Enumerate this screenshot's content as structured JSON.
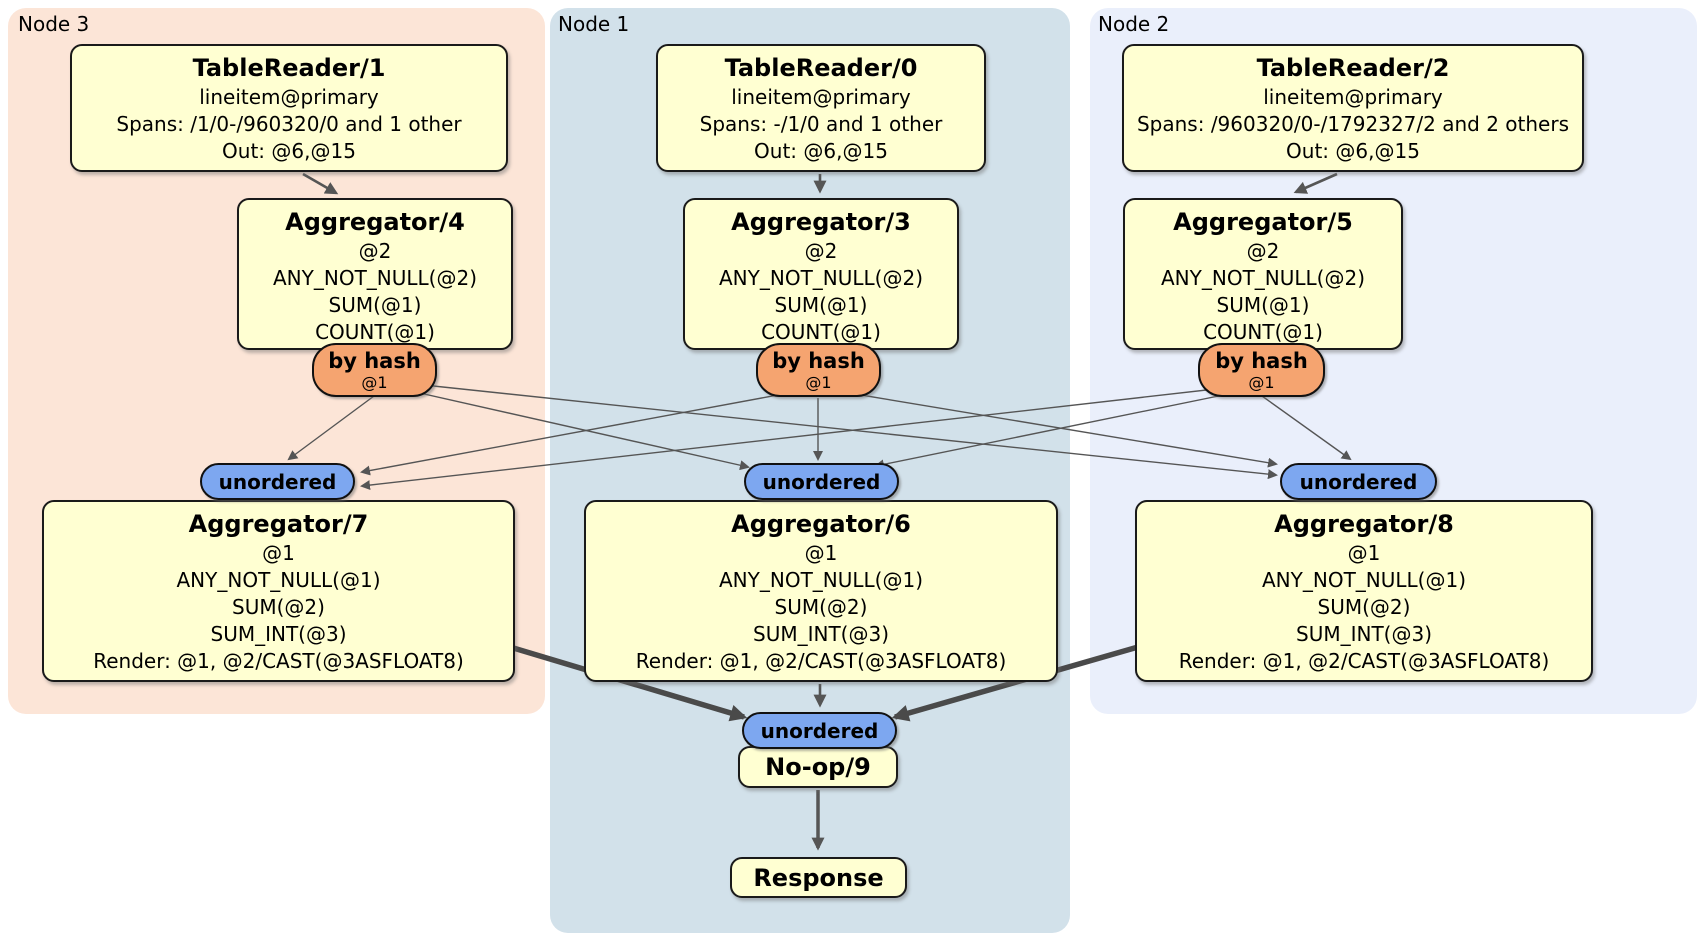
{
  "regions": [
    {
      "id": "node3",
      "label": "Node 3"
    },
    {
      "id": "node1",
      "label": "Node 1"
    },
    {
      "id": "node2",
      "label": "Node 2"
    }
  ],
  "processors": {
    "tablereader1": {
      "title": "TableReader/1",
      "details": [
        "lineitem@primary",
        "Spans: /1/0-/960320/0 and 1 other",
        "Out: @6,@15"
      ]
    },
    "tablereader0": {
      "title": "TableReader/0",
      "details": [
        "lineitem@primary",
        "Spans: -/1/0 and 1 other",
        "Out: @6,@15"
      ]
    },
    "tablereader2": {
      "title": "TableReader/2",
      "details": [
        "lineitem@primary",
        "Spans: /960320/0-/1792327/2 and 2 others",
        "Out: @6,@15"
      ]
    },
    "aggregator4": {
      "title": "Aggregator/4",
      "details": [
        "@2",
        "ANY_NOT_NULL(@2)",
        "SUM(@1)",
        "COUNT(@1)"
      ]
    },
    "aggregator3": {
      "title": "Aggregator/3",
      "details": [
        "@2",
        "ANY_NOT_NULL(@2)",
        "SUM(@1)",
        "COUNT(@1)"
      ]
    },
    "aggregator5": {
      "title": "Aggregator/5",
      "details": [
        "@2",
        "ANY_NOT_NULL(@2)",
        "SUM(@1)",
        "COUNT(@1)"
      ]
    },
    "aggregator7": {
      "title": "Aggregator/7",
      "details": [
        "@1",
        "ANY_NOT_NULL(@1)",
        "SUM(@2)",
        "SUM_INT(@3)",
        "Render: @1, @2/CAST(@3ASFLOAT8)"
      ]
    },
    "aggregator6": {
      "title": "Aggregator/6",
      "details": [
        "@1",
        "ANY_NOT_NULL(@1)",
        "SUM(@2)",
        "SUM_INT(@3)",
        "Render: @1, @2/CAST(@3ASFLOAT8)"
      ]
    },
    "aggregator8": {
      "title": "Aggregator/8",
      "details": [
        "@1",
        "ANY_NOT_NULL(@1)",
        "SUM(@2)",
        "SUM_INT(@3)",
        "Render: @1, @2/CAST(@3ASFLOAT8)"
      ]
    },
    "noop": {
      "title": "No-op/9"
    },
    "response": {
      "title": "Response"
    }
  },
  "routers": [
    {
      "label": "by hash",
      "detail": "@1"
    },
    {
      "label": "by hash",
      "detail": "@1"
    },
    {
      "label": "by hash",
      "detail": "@1"
    }
  ],
  "syncs": [
    {
      "label": "unordered"
    },
    {
      "label": "unordered"
    },
    {
      "label": "unordered"
    },
    {
      "label": "unordered"
    }
  ],
  "colors": {
    "bg_page": "#ffffff",
    "bg_node3": "#fce5d7",
    "bg_node1": "#d2e1ea",
    "bg_node2": "#eaeffb",
    "box_fill": "#ffffd2",
    "box_border": "#1a1a1a",
    "router_fill": "#f5a470",
    "sync_fill": "#7da7f0",
    "edge": "#555555",
    "edge_dark": "#4a4a4a",
    "text": "#000000"
  }
}
